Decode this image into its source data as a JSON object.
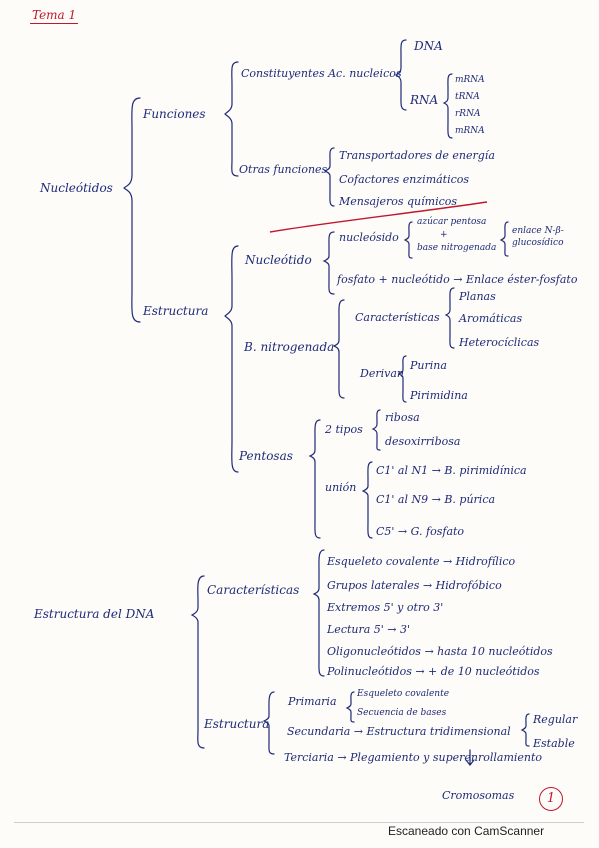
{
  "header": {
    "title": "Tema 1"
  },
  "nucleotidos": {
    "root": "Nucleótidos",
    "funciones": {
      "label": "Funciones",
      "constituyentes": "Constituyentes Ac. nucleicos",
      "dna": "DNA",
      "rna": "RNA",
      "rna_types": [
        "mRNA",
        "tRNA",
        "rRNA",
        "mRNA"
      ],
      "otras": "Otras funciones",
      "otras_items": [
        "Transportadores de energía",
        "Cofactores enzimáticos",
        "Mensajeros químicos"
      ]
    },
    "estructura": {
      "label": "Estructura",
      "nucleotido": "Nucleótido",
      "nucleosido": "nucleósido",
      "azucar": "azúcar pentosa",
      "plus": "+",
      "base": "base nitrogenada",
      "enlace": "enlace N-β-glucosídico",
      "fosfato": "fosfato + nucleótido → Enlace éster-fosfato",
      "bnitrogenada": "B. nitrogenada",
      "caracteristicas": "Características",
      "caract_items": [
        "Planas",
        "Aromáticas",
        "Heterocíclicas"
      ],
      "derivan": "Derivan",
      "derivan_items": [
        "Purina",
        "Pirimidina"
      ],
      "pentosas": "Pentosas",
      "tipos": "2 tipos",
      "tipos_items": [
        "ribosa",
        "desoxirribosa"
      ],
      "union": "unión",
      "union_items": [
        "C1' al N1 → B. pirimidínica",
        "C1' al N9 → B. púrica",
        "C5' → G. fosfato"
      ]
    }
  },
  "dna": {
    "root": "Estructura del DNA",
    "caracteristicas": {
      "label": "Características",
      "items": [
        "Esqueleto covalente → Hidrofílico",
        "Grupos laterales → Hidrofóbico",
        "Extremos 5' y otro 3'",
        "Lectura 5' → 3'",
        "Oligonucleótidos → hasta 10 nucleótidos",
        "Polinucleótidos → + de 10 nucleótidos"
      ]
    },
    "estructura": {
      "label": "Estructura",
      "primaria": "Primaria",
      "primaria_items": [
        "Esqueleto covalente",
        "Secuencia de bases"
      ],
      "secundaria": "Secundaria → Estructura tridimensional",
      "secundaria_items": [
        "Regular",
        "Estable"
      ],
      "terciaria": "Terciaria → Plegamiento y superenrollamiento",
      "cromosomas": "Cromosomas"
    }
  },
  "page_number": "1",
  "footer": {
    "scanner": "Escaneado con CamScanner"
  },
  "colors": {
    "ink": "#1e2a78",
    "red": "#c0182f"
  }
}
